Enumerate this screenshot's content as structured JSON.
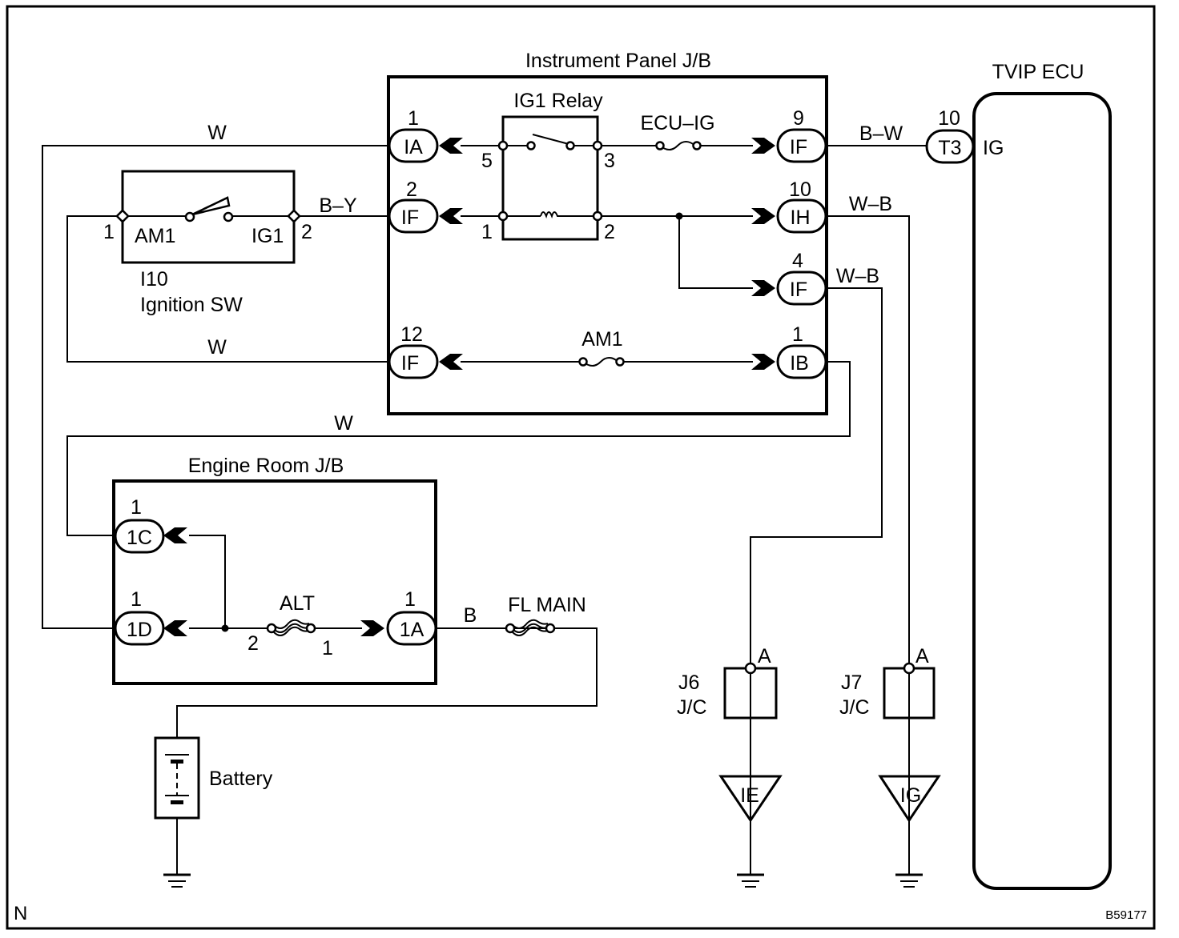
{
  "figure_id": "B59177",
  "corner_mark": "N",
  "colors": {
    "line": "#000000",
    "background": "#ffffff"
  },
  "instrument_panel_jb": {
    "title": "Instrument Panel J/B",
    "relay": {
      "name": "IG1 Relay",
      "pins": [
        "5",
        "3",
        "1",
        "2"
      ]
    },
    "fuses": {
      "ecu_ig": "ECU–IG",
      "am1": "AM1"
    },
    "connectors": {
      "ia_1": {
        "code": "IA",
        "pin": "1"
      },
      "if_2": {
        "code": "IF",
        "pin": "2"
      },
      "if_12": {
        "code": "IF",
        "pin": "12"
      },
      "if_9": {
        "code": "IF",
        "pin": "9"
      },
      "ih_10": {
        "code": "IH",
        "pin": "10"
      },
      "if_4": {
        "code": "IF",
        "pin": "4"
      },
      "ib_1": {
        "code": "IB",
        "pin": "1"
      }
    }
  },
  "ignition_switch": {
    "id": "I10",
    "name": "Ignition SW",
    "left_terminal": "AM1",
    "right_terminal": "IG1",
    "pin_left": "1",
    "pin_right": "2"
  },
  "engine_room_jb": {
    "title": "Engine Room J/B",
    "fuse": {
      "name": "ALT",
      "pin_left": "2",
      "pin_right": "1"
    },
    "connectors": {
      "c1c": {
        "code": "1C",
        "pin": "1"
      },
      "c1d": {
        "code": "1D",
        "pin": "1"
      },
      "c1a": {
        "code": "1A",
        "pin": "1"
      }
    }
  },
  "fl_main": "FL MAIN",
  "battery": "Battery",
  "tvip_ecu": {
    "title": "TVIP ECU",
    "connector": {
      "code": "T3",
      "pin": "10"
    },
    "terminal": "IG"
  },
  "junctions": [
    {
      "id": "J6",
      "type": "J/C",
      "pin": "A",
      "ground": "IE"
    },
    {
      "id": "J7",
      "type": "J/C",
      "pin": "A",
      "ground": "IG"
    }
  ],
  "wire_colors": {
    "ia_to_1d": "W",
    "by": "B–Y",
    "am1_loop": "W",
    "ib_to_1c": "W",
    "bw": "B–W",
    "wb_ih": "W–B",
    "wb_if4": "W–B",
    "b_main": "B"
  }
}
